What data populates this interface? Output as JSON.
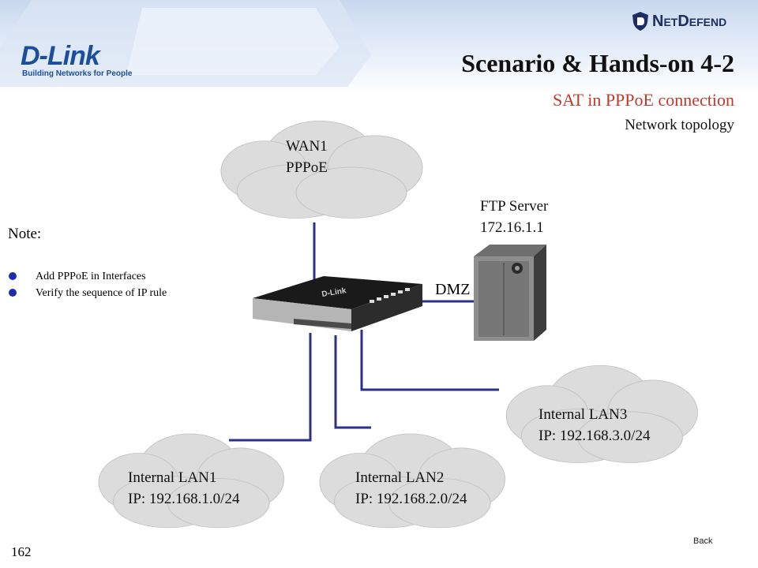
{
  "header": {
    "logo_brand": "D-Link",
    "logo_tagline": "Building Networks for People",
    "product_logo": "NetDefend",
    "title": "Scenario & Hands-on 4-2",
    "subtitle": "SAT in PPPoE connection",
    "topology_label": "Network topology"
  },
  "nodes": {
    "wan": {
      "line1": "WAN1",
      "line2": "PPPoE"
    },
    "ftp_server": {
      "line1": "FTP Server",
      "line2": "172.16.1.1"
    },
    "dmz": {
      "label": "DMZ"
    },
    "lan1": {
      "line1": "Internal LAN1",
      "line2": "IP: 192.168.1.0/24"
    },
    "lan2": {
      "line1": "Internal LAN2",
      "line2": "IP: 192.168.2.0/24"
    },
    "lan3": {
      "line1": "Internal LAN3",
      "line2": "IP: 192.168.3.0/24"
    }
  },
  "note": {
    "title": "Note:",
    "items": [
      "Add PPPoE in Interfaces",
      "Verify the sequence of IP rule"
    ]
  },
  "footer": {
    "page_number": "162",
    "back_label": "Back"
  },
  "colors": {
    "link_line": "#2d2f8c",
    "accent_text": "#c0392b",
    "cloud": "#dcdcdc",
    "bullet": "#1d2fa8"
  },
  "icons": {
    "firewall": "firewall-appliance-icon",
    "server": "tower-server-icon",
    "cloud": "cloud-icon"
  }
}
